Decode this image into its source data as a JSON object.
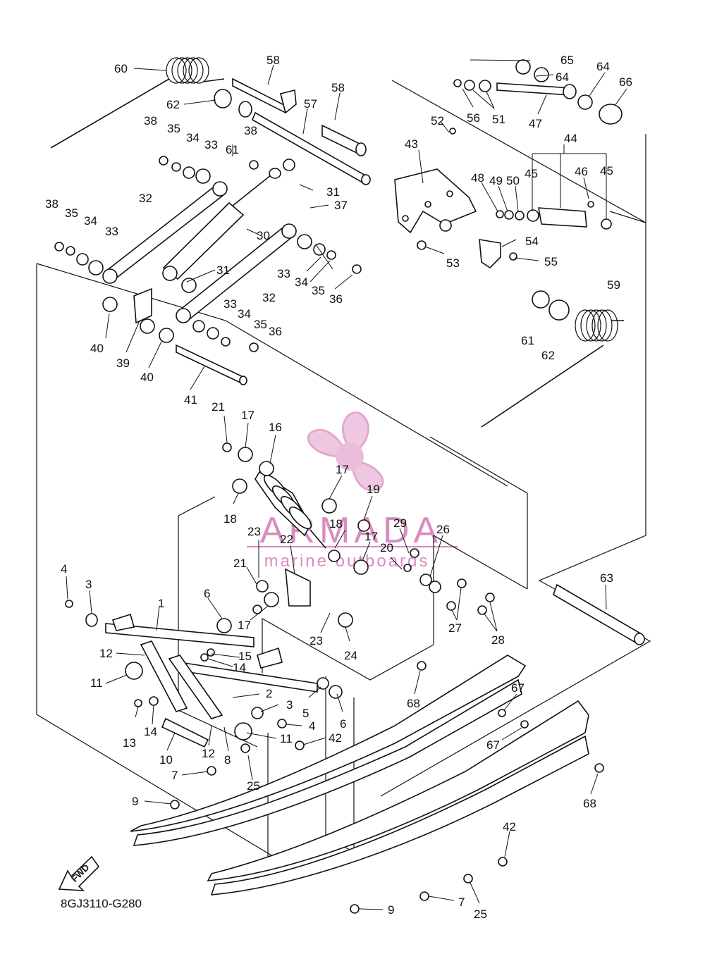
{
  "diagram_code": "8GJ3110-G280",
  "fwd_label": "FWD",
  "watermark": {
    "brand": "ARMADA",
    "tagline": "marine outboards",
    "color": "#d98cc0"
  },
  "part_labels": [
    "1",
    "2",
    "3",
    "4",
    "5",
    "6",
    "7",
    "8",
    "9",
    "10",
    "11",
    "12",
    "13",
    "14",
    "15",
    "16",
    "17",
    "18",
    "19",
    "20",
    "21",
    "22",
    "23",
    "24",
    "25",
    "26",
    "27",
    "28",
    "29",
    "30",
    "31",
    "32",
    "33",
    "34",
    "35",
    "36",
    "37",
    "38",
    "39",
    "40",
    "41",
    "42",
    "43",
    "44",
    "45",
    "46",
    "47",
    "48",
    "49",
    "50",
    "51",
    "52",
    "53",
    "54",
    "55",
    "56",
    "57",
    "58",
    "59",
    "60",
    "61",
    "62",
    "63",
    "64",
    "65",
    "66",
    "67",
    "68"
  ]
}
